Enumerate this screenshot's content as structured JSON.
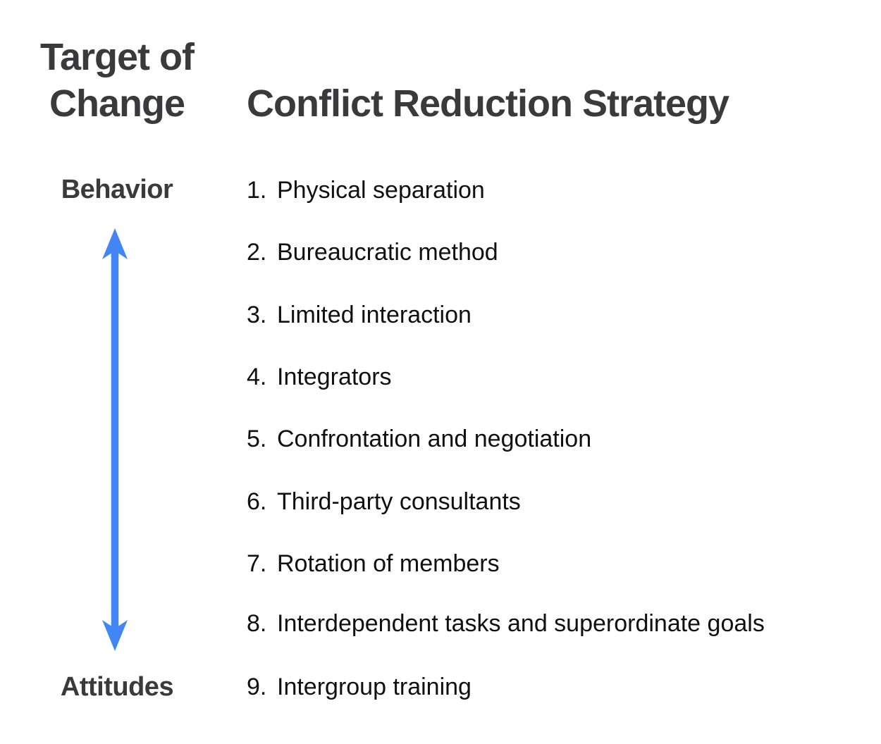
{
  "colors": {
    "background": "#ffffff",
    "heading": "#3a3a3c",
    "list_text": "#101010",
    "arrow": "#4285f4"
  },
  "left_column": {
    "title_line1": "Target of",
    "title_line2": "Change",
    "behavior_label": "Behavior",
    "attitudes_label": "Attitudes",
    "arrow_icon": "vertical-double-arrow-icon"
  },
  "right_column": {
    "title": "Conflict Reduction Strategy",
    "items": [
      {
        "number": "1.",
        "label": "Physical separation"
      },
      {
        "number": "2.",
        "label": "Bureaucratic method"
      },
      {
        "number": "3.",
        "label": "Limited interaction"
      },
      {
        "number": "4.",
        "label": "Integrators"
      },
      {
        "number": "5.",
        "label": "Confrontation and negotiation"
      },
      {
        "number": "6.",
        "label": "Third-party consultants"
      },
      {
        "number": "7.",
        "label": "Rotation of members"
      },
      {
        "number": "8.",
        "label": "Interdependent tasks and superordinate goals"
      },
      {
        "number": "9.",
        "label": "Intergroup training"
      }
    ]
  }
}
